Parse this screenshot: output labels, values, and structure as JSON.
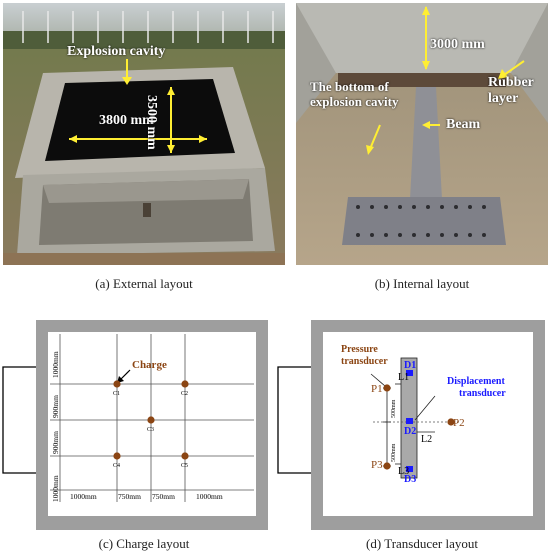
{
  "panel_a": {
    "label_cavity": "Explosion cavity",
    "dim_width": "3800 mm",
    "dim_depth": "3500 mm",
    "caption": "(a) External layout"
  },
  "panel_b": {
    "dim_height": "3000 mm",
    "label_bottom_line1": "The bottom of",
    "label_bottom_line2": "explosion cavity",
    "label_rubber_line1": "Rubber",
    "label_rubber_line2": "layer",
    "label_beam": "Beam",
    "caption": "(b) Internal layout"
  },
  "panel_c": {
    "label_charge": "Charge",
    "charges": [
      "C1",
      "C2",
      "C3",
      "C4",
      "C5"
    ],
    "vertical_dims": [
      "1000mm",
      "900mm",
      "900mm",
      "1000mm"
    ],
    "horizontal_dims": [
      "1000mm",
      "750mm",
      "750mm",
      "1000mm"
    ],
    "caption": "(c) Charge layout",
    "colors": {
      "charge": "#8b4513",
      "label": "#8b4513",
      "frame": "#9e9e9e"
    }
  },
  "panel_d": {
    "label_pressure_line1": "Pressure",
    "label_pressure_line2": "transducer",
    "label_displacement_line1": "Displacement",
    "label_displacement_line2": "transducer",
    "pressure_points": [
      "P1",
      "P2",
      "P3"
    ],
    "displacement_points": [
      "D1",
      "D2",
      "D3"
    ],
    "lengths": [
      "L1",
      "L2",
      "L3"
    ],
    "dim_500_top": "500mm",
    "dim_500_bottom": "500mm",
    "caption": "(d) Transducer layout",
    "colors": {
      "pressure": "#8b4513",
      "displacement": "#1a1aff"
    }
  }
}
